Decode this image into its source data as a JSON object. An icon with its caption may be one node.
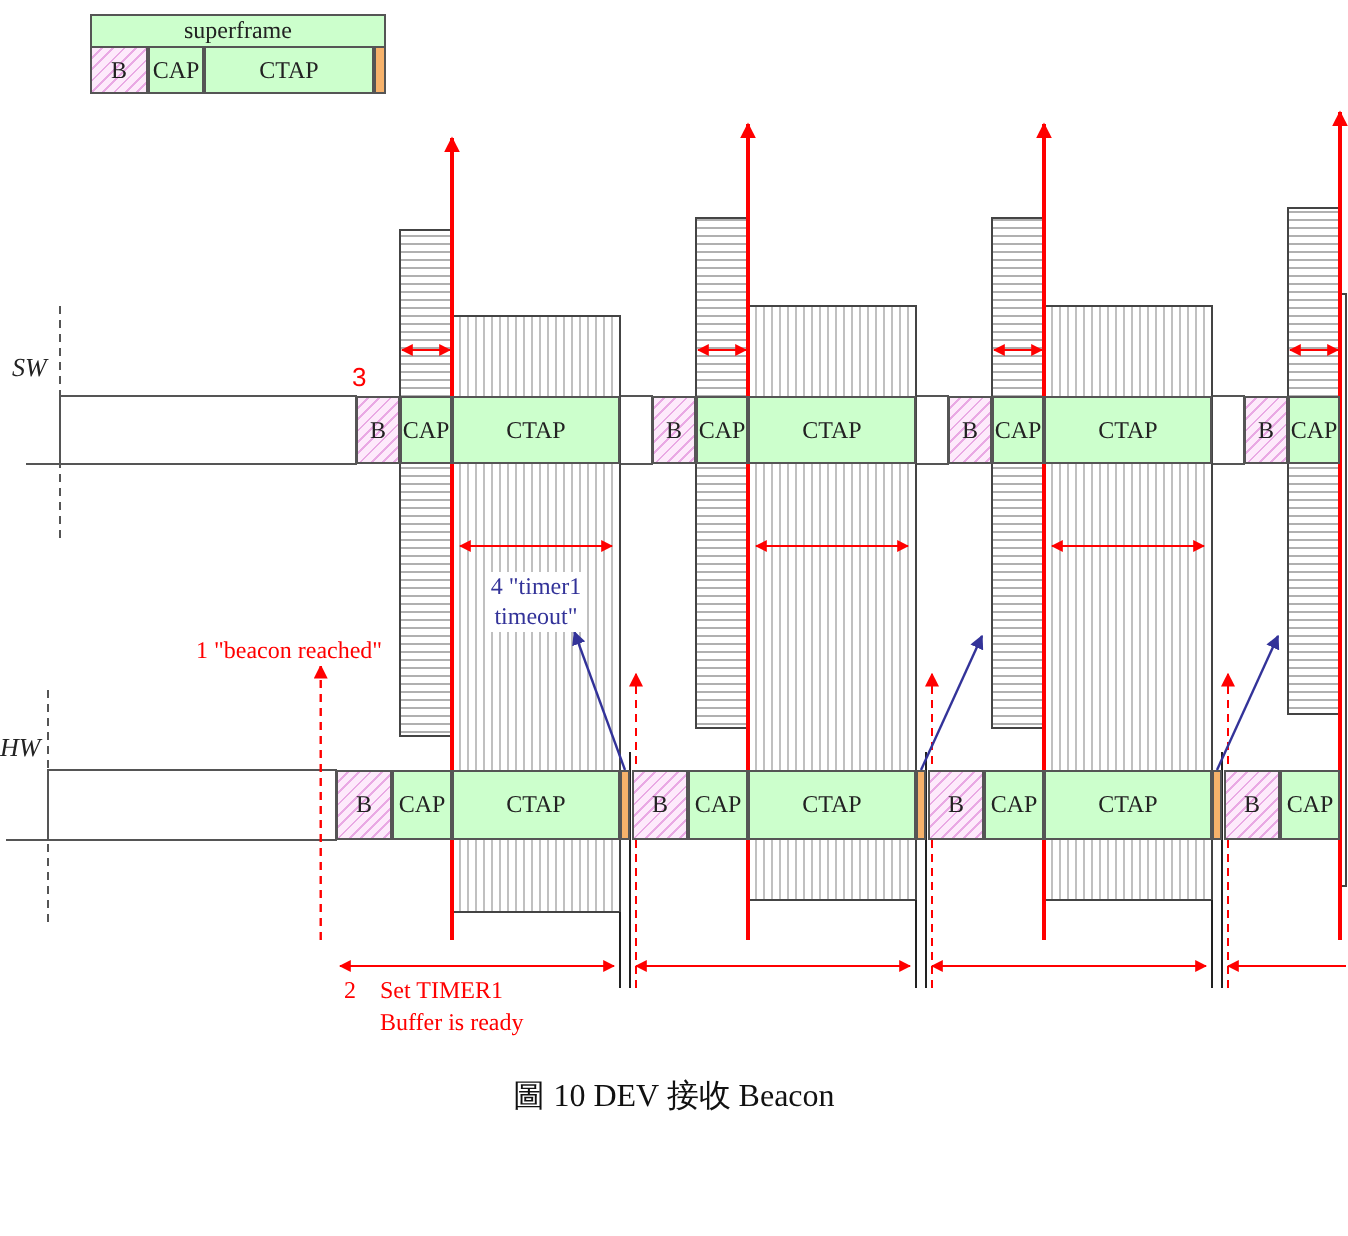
{
  "diagram": {
    "caption": "圖 10 DEV 接收 Beacon",
    "nodes": [
      {
        "text": [
          "superframe"
        ]
      },
      {
        "text": [
          "B"
        ],
        "in": 0
      },
      {
        "text": [
          "CAP"
        ],
        "in": 0
      },
      {
        "text": [
          "CTAP"
        ],
        "in": 0
      },
      {
        "text": [],
        "shape": "bar",
        "in": 0
      },
      {
        "text": [
          "B"
        ]
      },
      {
        "text": [
          "CAP"
        ]
      },
      {
        "text": [
          "CTAP"
        ]
      },
      {
        "text": [
          "B"
        ]
      },
      {
        "text": [
          "CAP"
        ]
      },
      {
        "text": [
          "CTAP"
        ]
      },
      {
        "text": [
          "B"
        ]
      },
      {
        "text": [
          "CAP"
        ]
      },
      {
        "text": [
          "CTAP"
        ]
      },
      {
        "text": [
          "B"
        ]
      },
      {
        "text": [
          "CAP"
        ]
      },
      {
        "text": [
          "4 \"timer1 timeout\""
        ]
      },
      {
        "text": [
          "1 \"beacon reached\""
        ]
      },
      {
        "text": [
          "B"
        ]
      },
      {
        "text": [
          "CAP"
        ]
      },
      {
        "text": [
          "CTAP"
        ]
      },
      {
        "text": [],
        "shape": "bar"
      },
      {
        "text": [
          "B"
        ]
      },
      {
        "text": [
          "CAP"
        ]
      },
      {
        "text": [
          "CTAP"
        ]
      },
      {
        "text": [],
        "shape": "bar"
      },
      {
        "text": [
          "B"
        ]
      },
      {
        "text": [
          "CAP"
        ]
      },
      {
        "text": [
          "CTAP"
        ]
      },
      {
        "text": [],
        "shape": "bar"
      },
      {
        "text": [
          "B"
        ]
      },
      {
        "text": [
          "CAP"
        ]
      }
    ],
    "edges": [
      {
        "from": null,
        "to": 17,
        "arrow": "to",
        "style": "dashed",
        "color": "#ff0000"
      },
      {
        "from": 21,
        "to": 16,
        "arrow": "to"
      },
      {
        "from": 25,
        "to": null,
        "arrow": "to"
      },
      {
        "from": 29,
        "to": null,
        "arrow": "to"
      }
    ],
    "labels": [
      "SW",
      "3",
      "HW",
      "2",
      "Set TIMER1 Buffer is ready"
    ]
  }
}
